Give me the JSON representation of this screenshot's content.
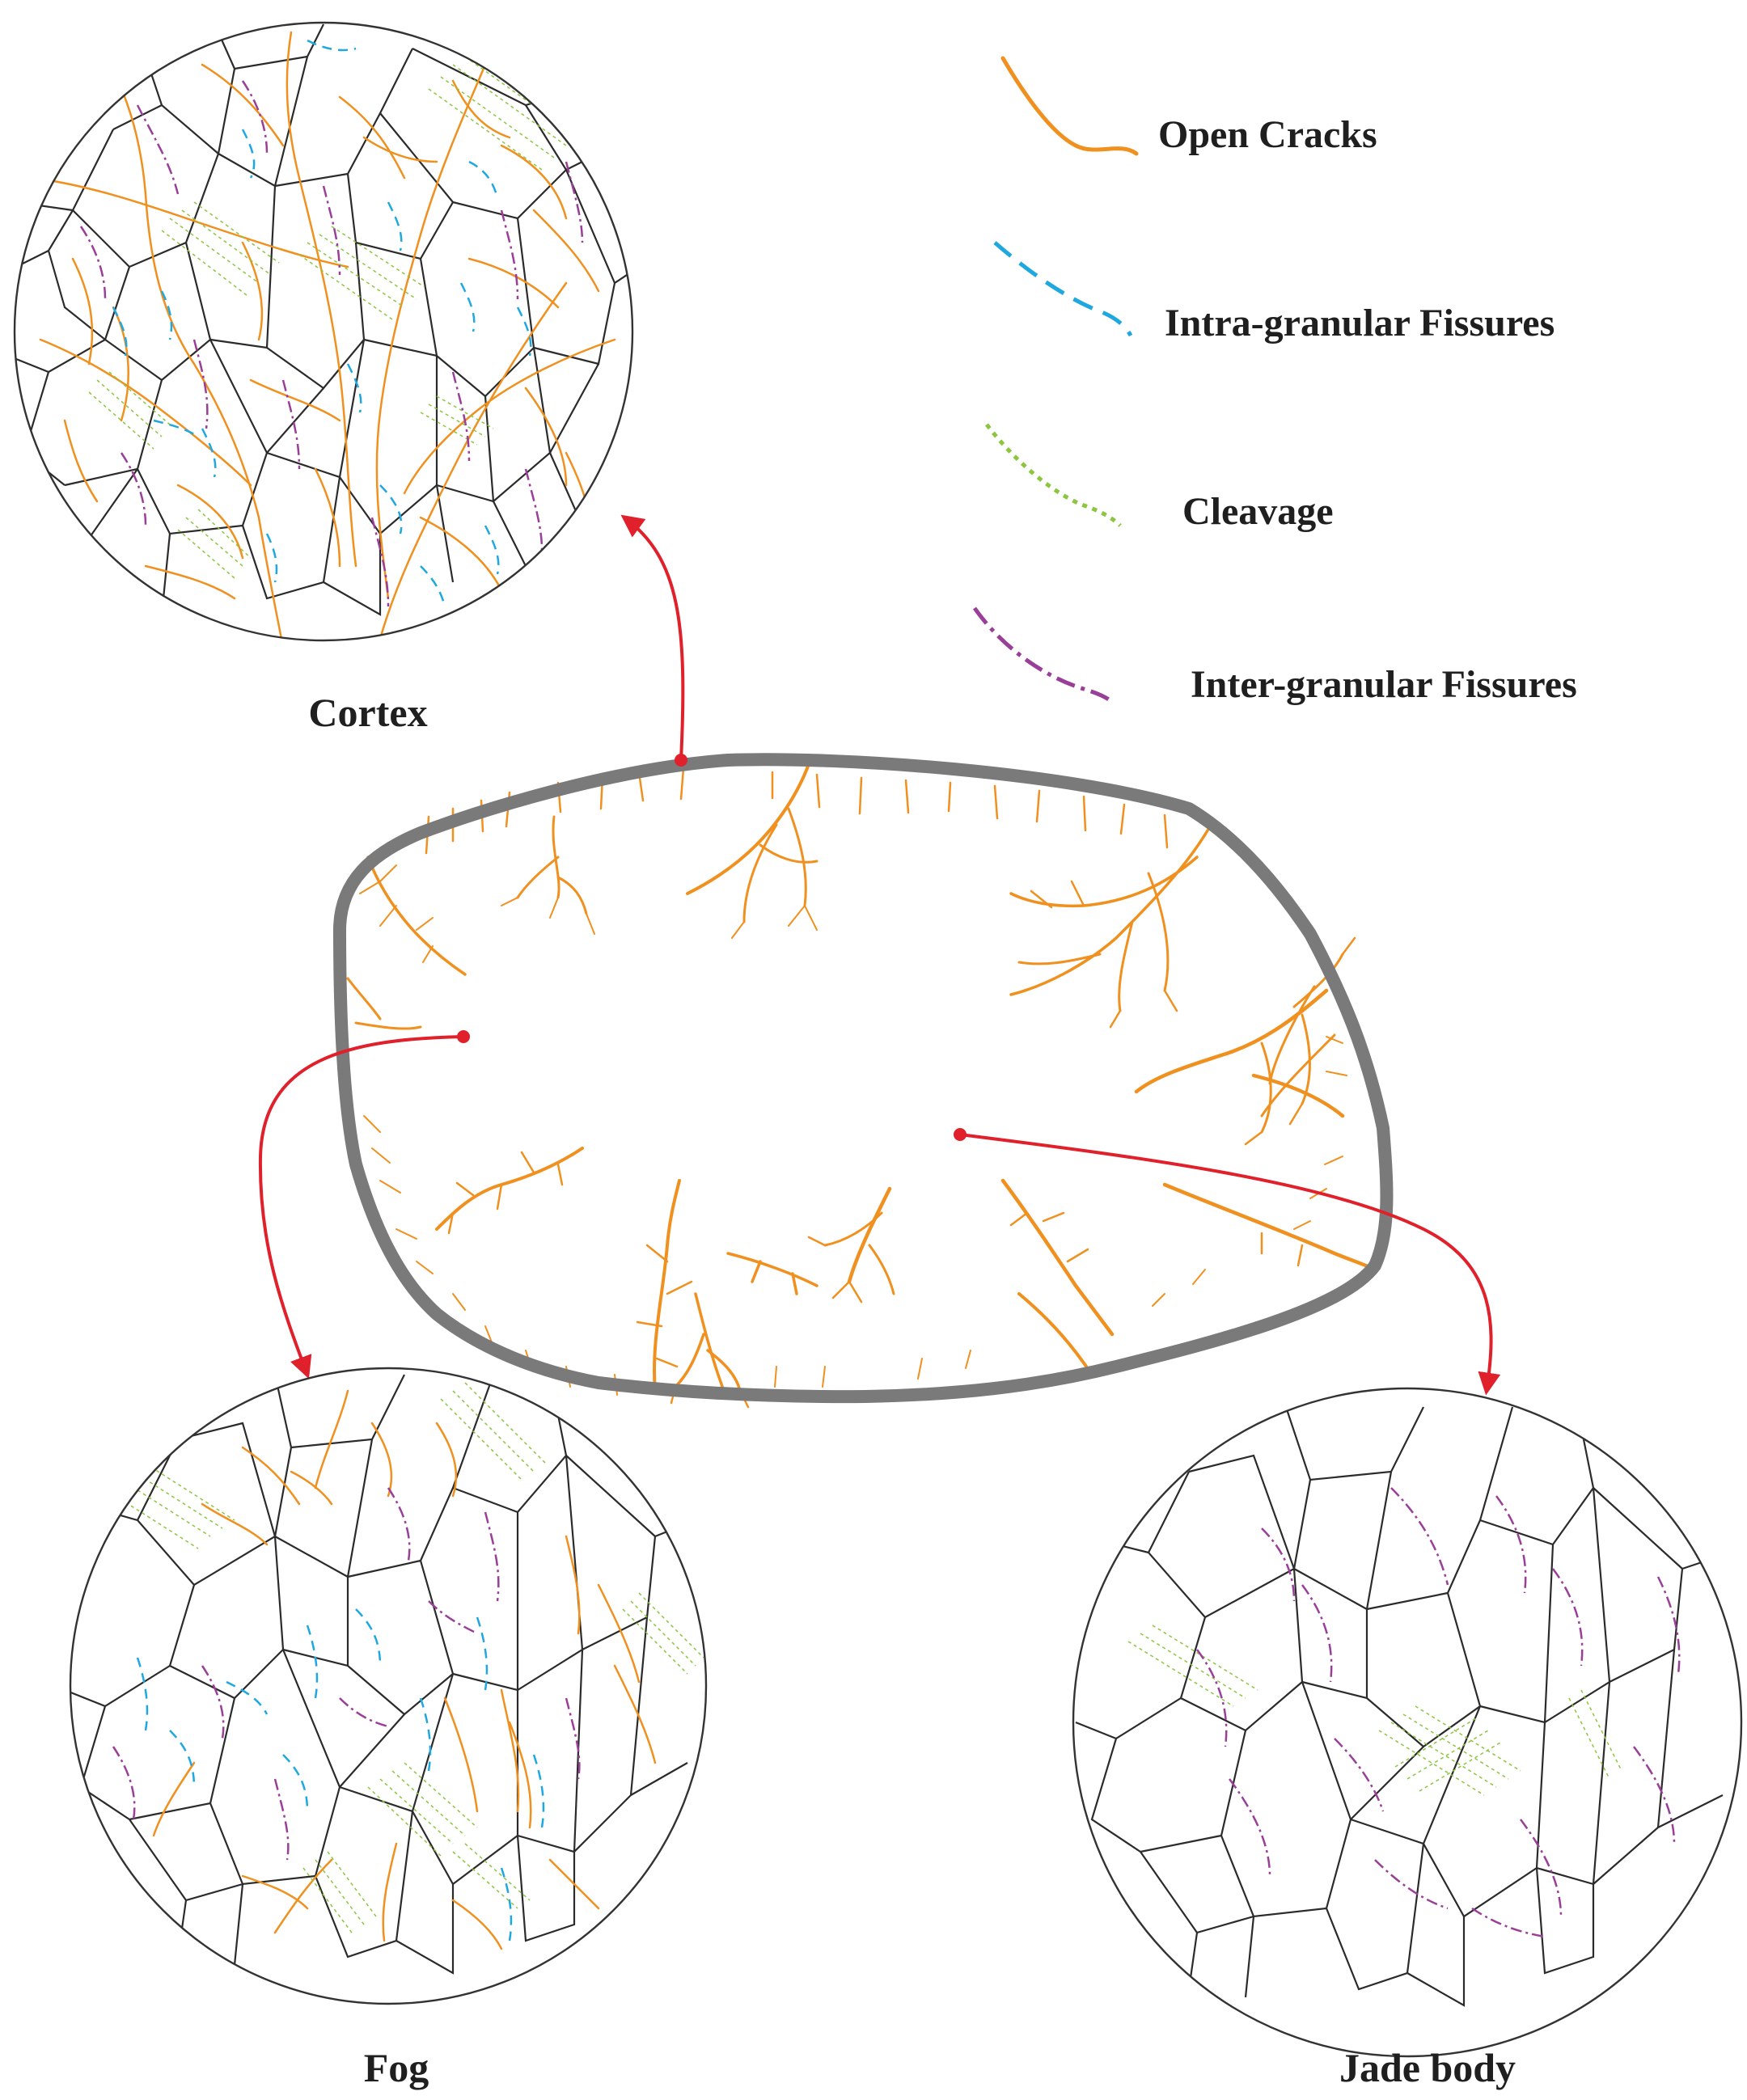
{
  "legend": {
    "open_cracks": "Open Cracks",
    "intra_granular": "Intra-granular Fissures",
    "cleavage": "Cleavage",
    "inter_granular": "Inter-granular Fissures"
  },
  "captions": {
    "cortex": "Cortex",
    "fog": "Fog",
    "jade_body": "Jade body"
  },
  "colors": {
    "open_cracks": "#f0901f",
    "intra_granular": "#1fa8e0",
    "cleavage": "#8cc63f",
    "inter_granular": "#9a3f98",
    "arrows": "#e0202a",
    "stone_outline": "#7a7a7a"
  }
}
